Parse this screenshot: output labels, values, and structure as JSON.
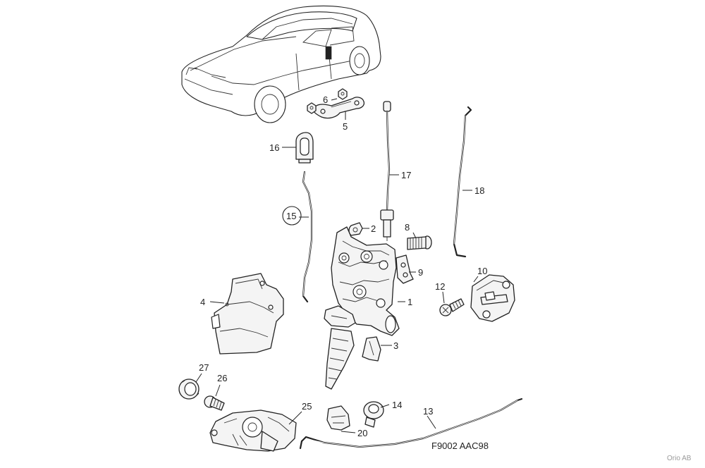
{
  "callouts": [
    "1",
    "2",
    "3",
    "4",
    "5",
    "6",
    "8",
    "9",
    "10",
    "12",
    "13",
    "14",
    "15",
    "16",
    "17",
    "18",
    "20",
    "25",
    "26",
    "27"
  ],
  "highlighted_callout": "15",
  "drawing_code": "F9002 AAC98",
  "copyright": "Orio AB"
}
